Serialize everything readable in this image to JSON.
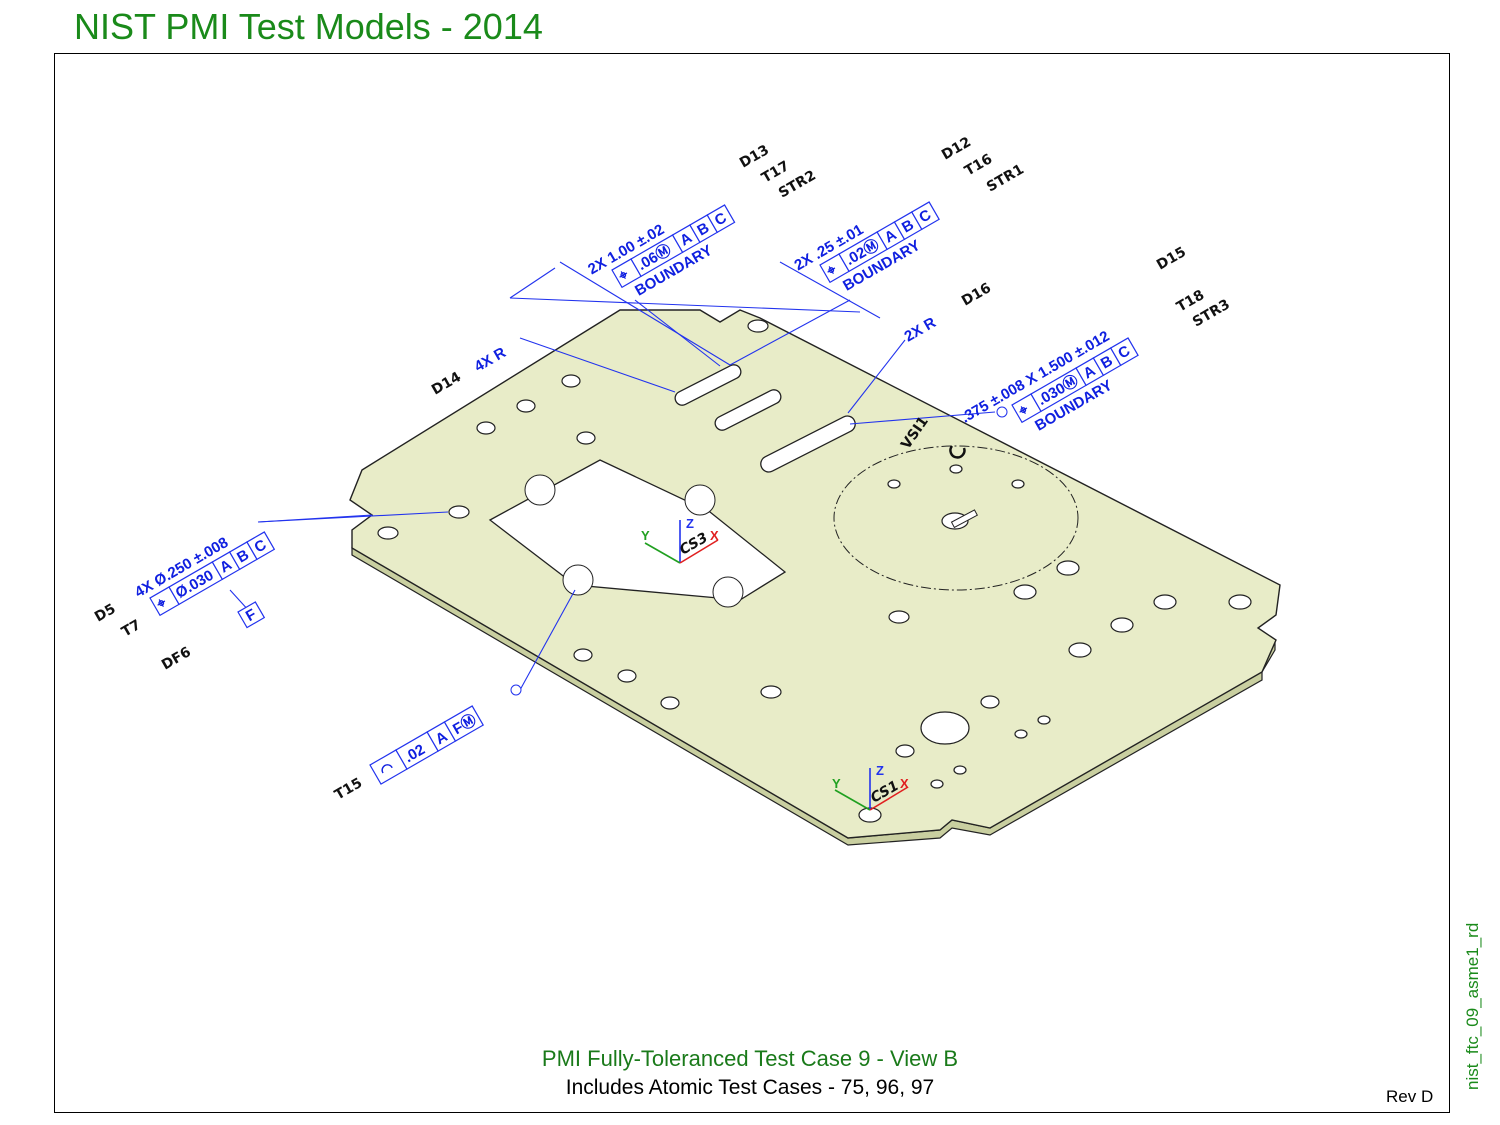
{
  "header": {
    "title": "NIST PMI Test Models - 2014"
  },
  "caption": {
    "line1_part1": "PMI Fully-Toleranced Test Case 9",
    "line1_sep": " - ",
    "line1_part2": "View B",
    "line2": "Includes Atomic Test Cases - 75, 96, 97"
  },
  "rev": "Rev D",
  "side_id": "nist_ftc_09_asme1_rd",
  "colors": {
    "title_green": "#1a8a1a",
    "annotation_blue": "#1020e0",
    "plate_fill": "#e8ecc8",
    "axis_red": "#e02020",
    "axis_green": "#20a020"
  },
  "labels": {
    "d13": "D13",
    "t17": "T17",
    "str2": "STR2",
    "d12": "D12",
    "t16": "T16",
    "str1": "STR1",
    "d15": "D15",
    "t18": "T18",
    "str3": "STR3",
    "d16": "D16",
    "d14": "D14",
    "d5": "D5",
    "t7": "T7",
    "df6": "DF6",
    "t15": "T15",
    "vsi1": "VSI1"
  },
  "annotations": {
    "dim_d13": "2X 1.00 ±.02",
    "fcf_t17": {
      "symbol": "⌖",
      "tol": ".06Ⓜ",
      "a": "A",
      "b": "B",
      "c": "C"
    },
    "boundary": "BOUNDARY",
    "dim_d12": "2X .25 ±.01",
    "fcf_t16": {
      "symbol": "⌖",
      "tol": ".02Ⓜ",
      "a": "A",
      "b": "B",
      "c": "C"
    },
    "dim_d15": ".375 ±.008 X 1.500 ±.012",
    "fcf_t18": {
      "symbol": "⌖",
      "tol": ".030Ⓜ",
      "a": "A",
      "b": "B",
      "c": "C"
    },
    "dim_d16": "2X R",
    "dim_d14": "4X R",
    "dim_d5": "4X Ø.250 ±.008",
    "fcf_t7": {
      "symbol": "⌖",
      "tol": "Ø.030",
      "a": "A",
      "b": "B",
      "c": "C"
    },
    "datum_f": "F",
    "fcf_t15": {
      "symbol": "◠",
      "tol": ".02",
      "a": "A",
      "f": "FⓂ"
    },
    "cs1": "CS1",
    "cs3": "CS3",
    "axis_x": "X",
    "axis_y": "Y",
    "axis_z": "Z"
  }
}
